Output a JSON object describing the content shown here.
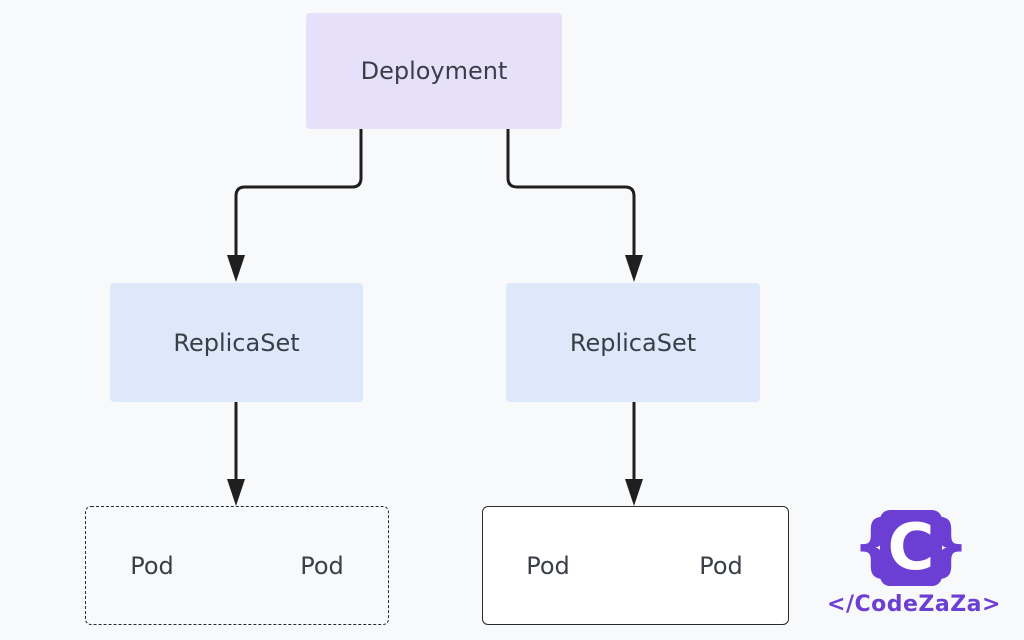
{
  "diagram": {
    "nodes": {
      "deployment": "Deployment",
      "replicaset_left": "ReplicaSet",
      "replicaset_right": "ReplicaSet"
    },
    "groups": {
      "left": {
        "pods": [
          "Pod",
          "Pod"
        ],
        "border_style": "dashed"
      },
      "right": {
        "pods": [
          "Pod",
          "Pod"
        ],
        "border_style": "solid"
      }
    },
    "edges": [
      {
        "from": "Deployment",
        "to": "ReplicaSet (left)"
      },
      {
        "from": "Deployment",
        "to": "ReplicaSet (right)"
      },
      {
        "from": "ReplicaSet (left)",
        "to": "Pod group (left)"
      },
      {
        "from": "ReplicaSet (right)",
        "to": "Pod group (right)"
      }
    ],
    "colors": {
      "deployment": "#e7e0fa",
      "replicaset": "#dde9fb",
      "edge": "#1f1f1f",
      "brand": "#6c3fd4"
    }
  },
  "watermark": {
    "logo_icon": "code-braces-c-logo",
    "logo_letter": "C",
    "brace_open": "{",
    "brace_close": "}",
    "text": "</CodeZaZa>"
  }
}
